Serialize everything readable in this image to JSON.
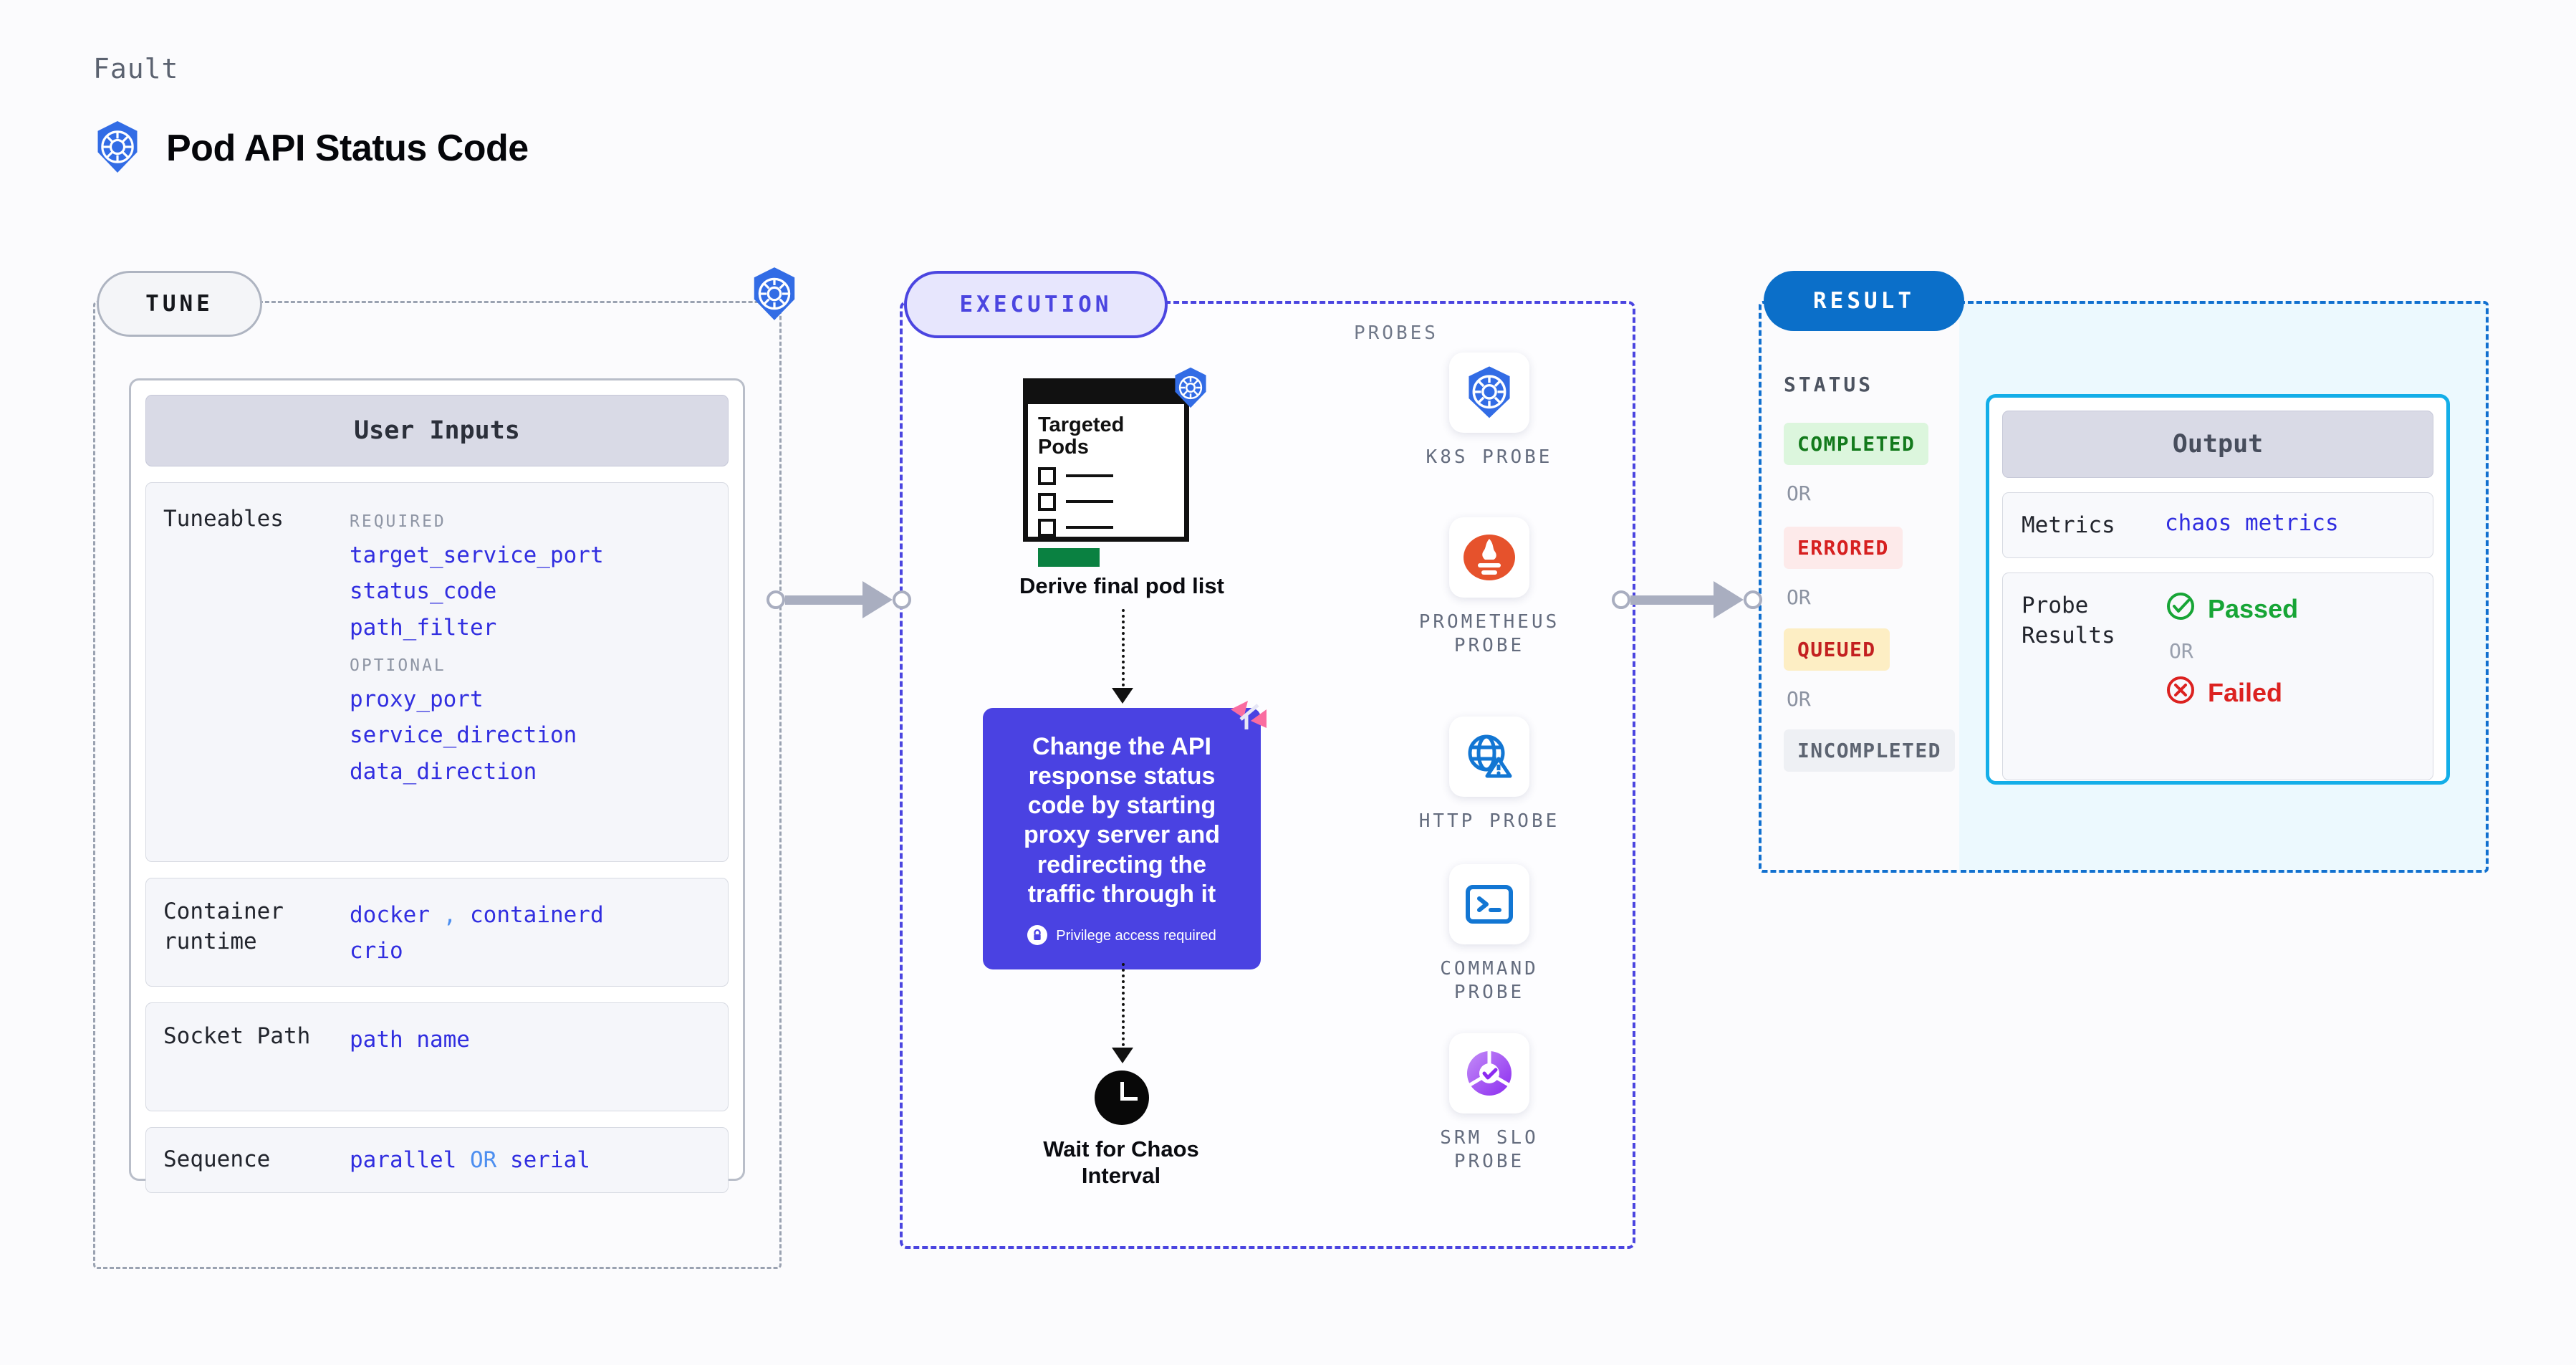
{
  "header": {
    "kicker": "Fault",
    "title": "Pod API Status Code",
    "icon": "kubernetes-icon"
  },
  "stages": {
    "tune": "TUNE",
    "execution": "EXECUTION",
    "result": "RESULT",
    "probes_title": "PROBES"
  },
  "tune": {
    "card_title": "User Inputs",
    "tuneables": {
      "label": "Tuneables",
      "required_label": "REQUIRED",
      "required": [
        "target_service_port",
        "status_code",
        "path_filter"
      ],
      "optional_label": "OPTIONAL",
      "optional": [
        "proxy_port",
        "service_direction",
        "data_direction"
      ]
    },
    "container_runtime": {
      "label": "Container runtime",
      "values": [
        "docker",
        "containerd",
        "crio"
      ],
      "separator": ","
    },
    "socket_path": {
      "label": "Socket Path",
      "value": "path name"
    },
    "sequence": {
      "label": "Sequence",
      "value_a": "parallel",
      "conjunction": "OR",
      "value_b": "serial"
    }
  },
  "execution": {
    "pods_card": {
      "title_line1": "Targeted",
      "title_line2": "Pods",
      "badge_icon": "kubernetes-icon"
    },
    "derive_caption": "Derive final pod list",
    "action_card": {
      "text": "Change the API response status code by starting proxy server and redirecting the traffic through it",
      "privilege_note": "Privilege access required",
      "privilege_icon": "lock-icon",
      "ribbon_icon": "harness-ribbon-icon",
      "color": "#4a42e2"
    },
    "wait_caption_line1": "Wait for Chaos",
    "wait_caption_line2": "Interval",
    "wait_icon": "clock-icon"
  },
  "probes": [
    {
      "label": "K8S PROBE",
      "icon": "kubernetes-icon"
    },
    {
      "label": "PROMETHEUS PROBE",
      "icon": "prometheus-icon"
    },
    {
      "label": "HTTP PROBE",
      "icon": "globe-warning-icon"
    },
    {
      "label": "COMMAND PROBE",
      "icon": "terminal-icon"
    },
    {
      "label": "SRM SLO PROBE",
      "icon": "slo-donut-icon"
    }
  ],
  "result": {
    "status_title": "STATUS",
    "or": "OR",
    "statuses": [
      {
        "label": "COMPLETED",
        "bg": "#dcf6dd",
        "fg": "#137a1c"
      },
      {
        "label": "ERRORED",
        "bg": "#fdeaea",
        "fg": "#d62020"
      },
      {
        "label": "QUEUED",
        "bg": "#fdeec4",
        "fg": "#c32020"
      },
      {
        "label": "INCOMPLETED",
        "bg": "#eef0f4",
        "fg": "#5d6471"
      }
    ]
  },
  "output": {
    "card_title": "Output",
    "metrics": {
      "label": "Metrics",
      "value": "chaos metrics"
    },
    "probe_results": {
      "label": "Probe Results",
      "passed": "Passed",
      "or": "OR",
      "failed": "Failed",
      "passed_icon": "check-circle-icon",
      "failed_icon": "x-circle-icon"
    }
  }
}
